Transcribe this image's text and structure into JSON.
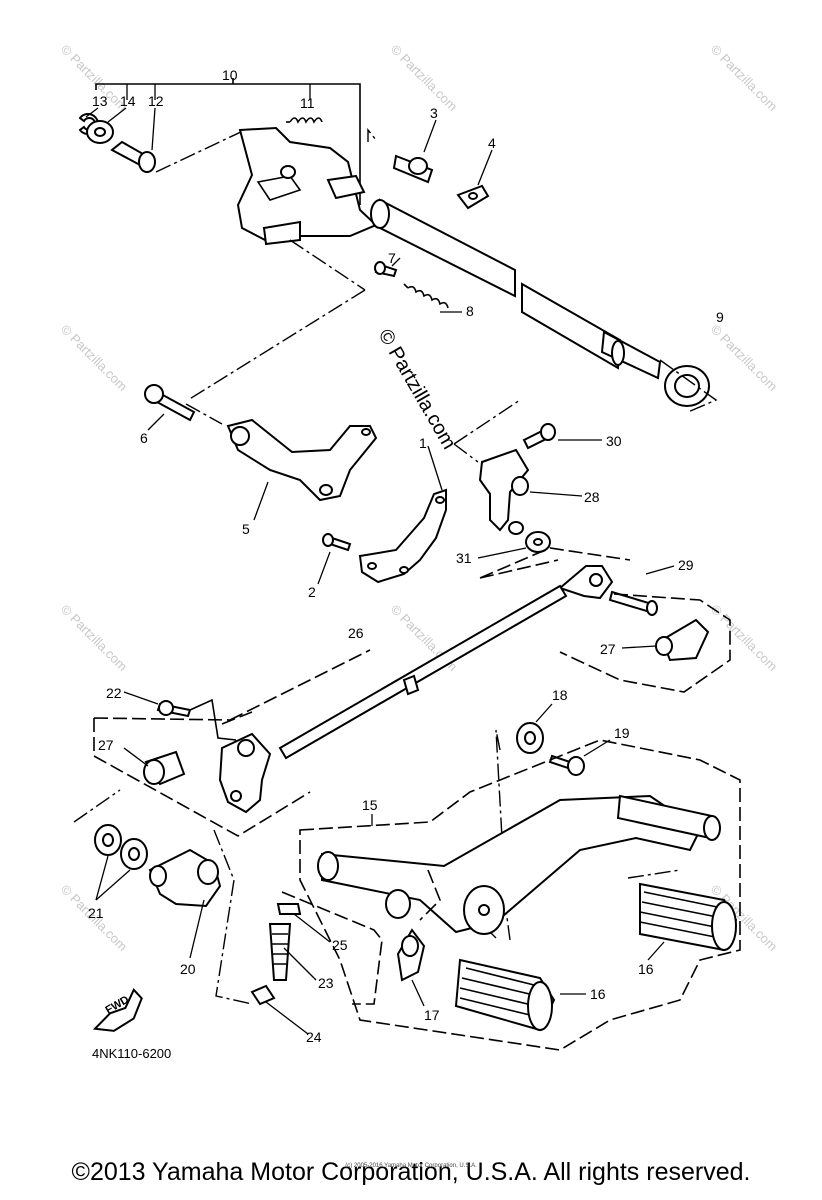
{
  "callouts": {
    "c1": "1",
    "c2": "2",
    "c3": "3",
    "c4": "4",
    "c5": "5",
    "c6": "6",
    "c7": "7",
    "c8": "8",
    "c9": "9",
    "c10": "10",
    "c11": "11",
    "c12": "12",
    "c13": "13",
    "c14": "14",
    "c15": "15",
    "c16a": "16",
    "c16b": "16",
    "c17": "17",
    "c18": "18",
    "c19": "19",
    "c20": "20",
    "c21": "21",
    "c22": "22",
    "c23": "23",
    "c24": "24",
    "c25": "25",
    "c26": "26",
    "c27a": "27",
    "c27b": "27",
    "c28": "28",
    "c29": "29",
    "c30": "30",
    "c31": "31"
  },
  "watermark": {
    "main": "© Partzilla.com",
    "tile": "© Partzilla.com"
  },
  "fwd_label": "FWD",
  "diagram_code": "4NK110-6200",
  "footer": {
    "copyright": "©2013 Yamaha Motor Corporation, U.S.A. All rights reserved.",
    "small": "(c) 2005-2016 Yamaha Motor Corporation, U.S.A."
  }
}
